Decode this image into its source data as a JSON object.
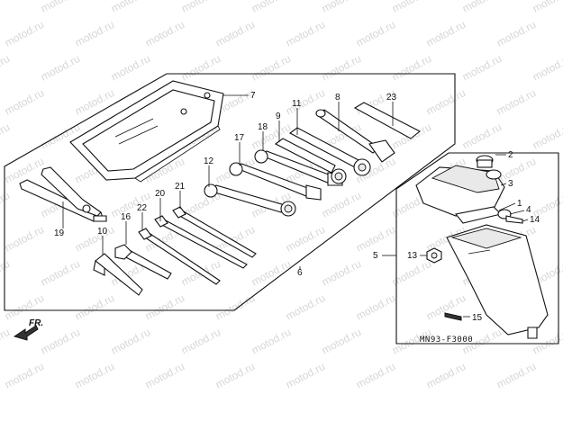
{
  "watermark": "motod.ru",
  "diagram_code": "MN93-F3000",
  "direction_label": "FR.",
  "callouts": {
    "c1": "1",
    "c2": "2",
    "c3": "3",
    "c4": "4",
    "c5": "5",
    "c6": "6",
    "c7": "7",
    "c8": "8",
    "c9": "9",
    "c10": "10",
    "c11": "11",
    "c12": "12",
    "c13": "13",
    "c14": "14",
    "c15": "15",
    "c16": "16",
    "c17": "17",
    "c18": "18",
    "c19": "19",
    "c20": "20",
    "c21": "21",
    "c22": "22",
    "c23": "23"
  }
}
